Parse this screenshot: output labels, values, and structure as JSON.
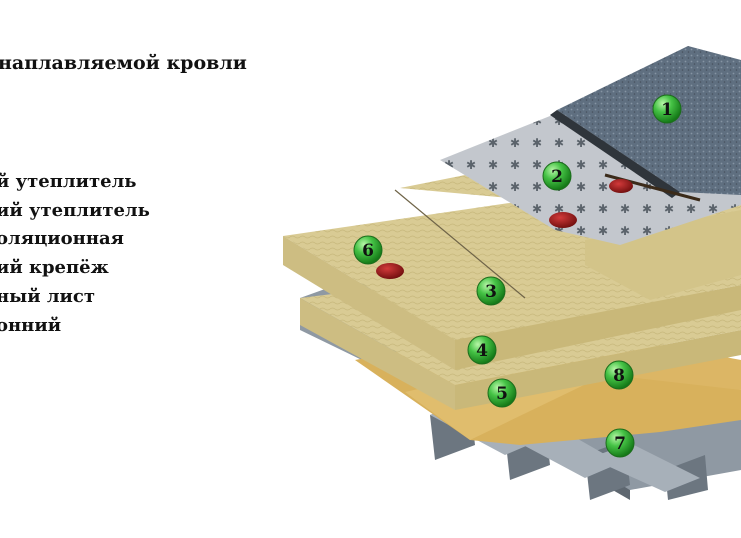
{
  "title": "наплавляемой кровли",
  "legend": [
    "й утеплитель",
    "ий утеплитель",
    "оляционная",
    "ий крепёж",
    "ный лист",
    "онний"
  ],
  "markers": [
    {
      "label": "1"
    },
    {
      "label": "2"
    },
    {
      "label": "3"
    },
    {
      "label": "4"
    },
    {
      "label": "5"
    },
    {
      "label": "6"
    },
    {
      "label": "7"
    },
    {
      "label": "8"
    }
  ],
  "colors": {
    "membrane": "#5f6f80",
    "vapor_film": "#b9bec6",
    "mineral_wool": "#d9cb94",
    "bitumen_sheet": "#d8b15c",
    "steel_deck": "#7d8791",
    "fastener": "#9a1a1a",
    "badge": "#45c245"
  }
}
